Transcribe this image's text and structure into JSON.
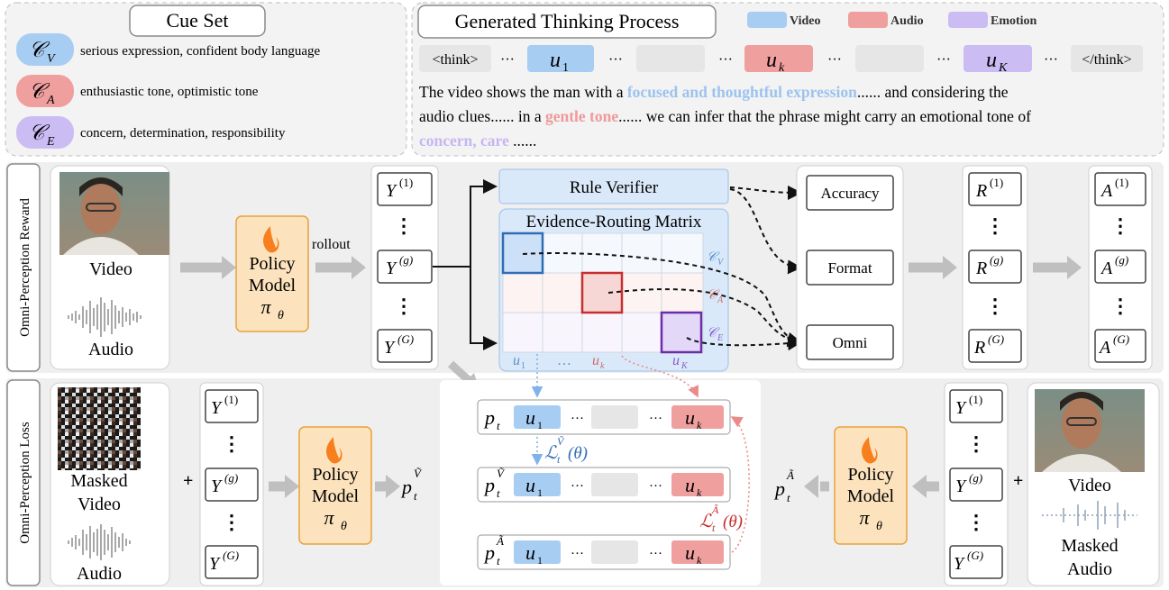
{
  "cue_set": {
    "title": "Cue Set",
    "items": [
      {
        "symbol": "𝒞",
        "sub": "V",
        "text": "serious expression, confident body language",
        "color": "#a8cdf3"
      },
      {
        "symbol": "𝒞",
        "sub": "A",
        "text": "enthusiastic tone, optimistic tone",
        "color": "#f09f9f"
      },
      {
        "symbol": "𝒞",
        "sub": "E",
        "text": "concern, determination, responsibility",
        "color": "#cbbcf4"
      }
    ]
  },
  "thinking": {
    "title": "Generated Thinking Process",
    "legend": [
      {
        "label": "Video",
        "color": "#a8cdf3"
      },
      {
        "label": "Audio",
        "color": "#f09f9f"
      },
      {
        "label": "Emotion",
        "color": "#cbbcf4"
      }
    ],
    "think_open": "<think>",
    "think_close": "</think>",
    "dots": "···",
    "u1": "u",
    "u1_sub": "1",
    "uk": "u",
    "uk_sub": "k",
    "uK": "u",
    "uK_sub": "K",
    "line1_pre": "The video shows the man with a ",
    "line1_hl": "focused and thoughtful expression",
    "line1_post": "...... and considering the",
    "line2_pre": "audio clues...... in a ",
    "line2_hl": "gentle tone",
    "line2_post": "...... we can infer that the phrase might carry an emotional tone of",
    "line3_hl": "concern, care",
    "line3_post": " ......",
    "colors": {
      "video_text": "#9cc3ee",
      "audio_text": "#ef9a9a",
      "emotion_text": "#c6b6f2"
    }
  },
  "reward": {
    "side_label": "Omni-Perception Reward",
    "video_label": "Video",
    "audio_label": "Audio",
    "policy": {
      "line1": "Policy",
      "line2": "Model",
      "line3": "π",
      "sub": "θ"
    },
    "rollout": "rollout",
    "outputs": {
      "y1": "Y",
      "y1_sup": "(1)",
      "yg": "Y",
      "yg_sup": "(g)",
      "yG": "Y",
      "yG_sup": "(G)"
    },
    "rule_verifier": "Rule Verifier",
    "matrix": {
      "title": "Evidence-Routing Matrix",
      "row_labels": [
        {
          "s": "𝒞",
          "sub": "V"
        },
        {
          "s": "𝒞",
          "sub": "A"
        },
        {
          "s": "𝒞",
          "sub": "E"
        }
      ],
      "col_labels": [
        {
          "s": "u",
          "sub": "1"
        },
        {
          "s": "…",
          "sub": ""
        },
        {
          "s": "u",
          "sub": "k"
        },
        {
          "s": "u",
          "sub": "K"
        }
      ]
    },
    "metrics": [
      "Accuracy",
      "Format",
      "Omni"
    ],
    "rewards": {
      "r1": "R",
      "r1_sup": "(1)",
      "rg": "R",
      "rg_sup": "(g)",
      "rG": "R",
      "rG_sup": "(G)"
    },
    "advantages": {
      "a1": "A",
      "a1_sup": "(1)",
      "ag": "A",
      "ag_sup": "(g)",
      "aG": "A",
      "aG_sup": "(G)"
    }
  },
  "loss": {
    "side_label": "Omni-Perception Loss",
    "left": {
      "label1": "Masked",
      "label2": "Video",
      "label3": "Audio",
      "plus": "+",
      "p_out": "p",
      "p_sub": "t",
      "p_sup": "Ṽ"
    },
    "center": {
      "rows": [
        {
          "p": "p",
          "sub": "t",
          "sup": ""
        },
        {
          "p": "p",
          "sub": "t",
          "sup": "Ṽ"
        },
        {
          "p": "p",
          "sub": "t",
          "sup": "Ã"
        }
      ],
      "loss_v": "ℒ",
      "loss_v_sub": "t",
      "loss_v_sup": "Ṽ",
      "loss_v_arg": "(θ)",
      "loss_a": "ℒ",
      "loss_a_sub": "t",
      "loss_a_sup": "Ã",
      "loss_a_arg": "(θ)"
    },
    "right": {
      "label1": "Video",
      "label2": "Masked",
      "label3": "Audio",
      "plus": "+",
      "p_out": "p",
      "p_sub": "t",
      "p_sup": "Ã"
    }
  }
}
